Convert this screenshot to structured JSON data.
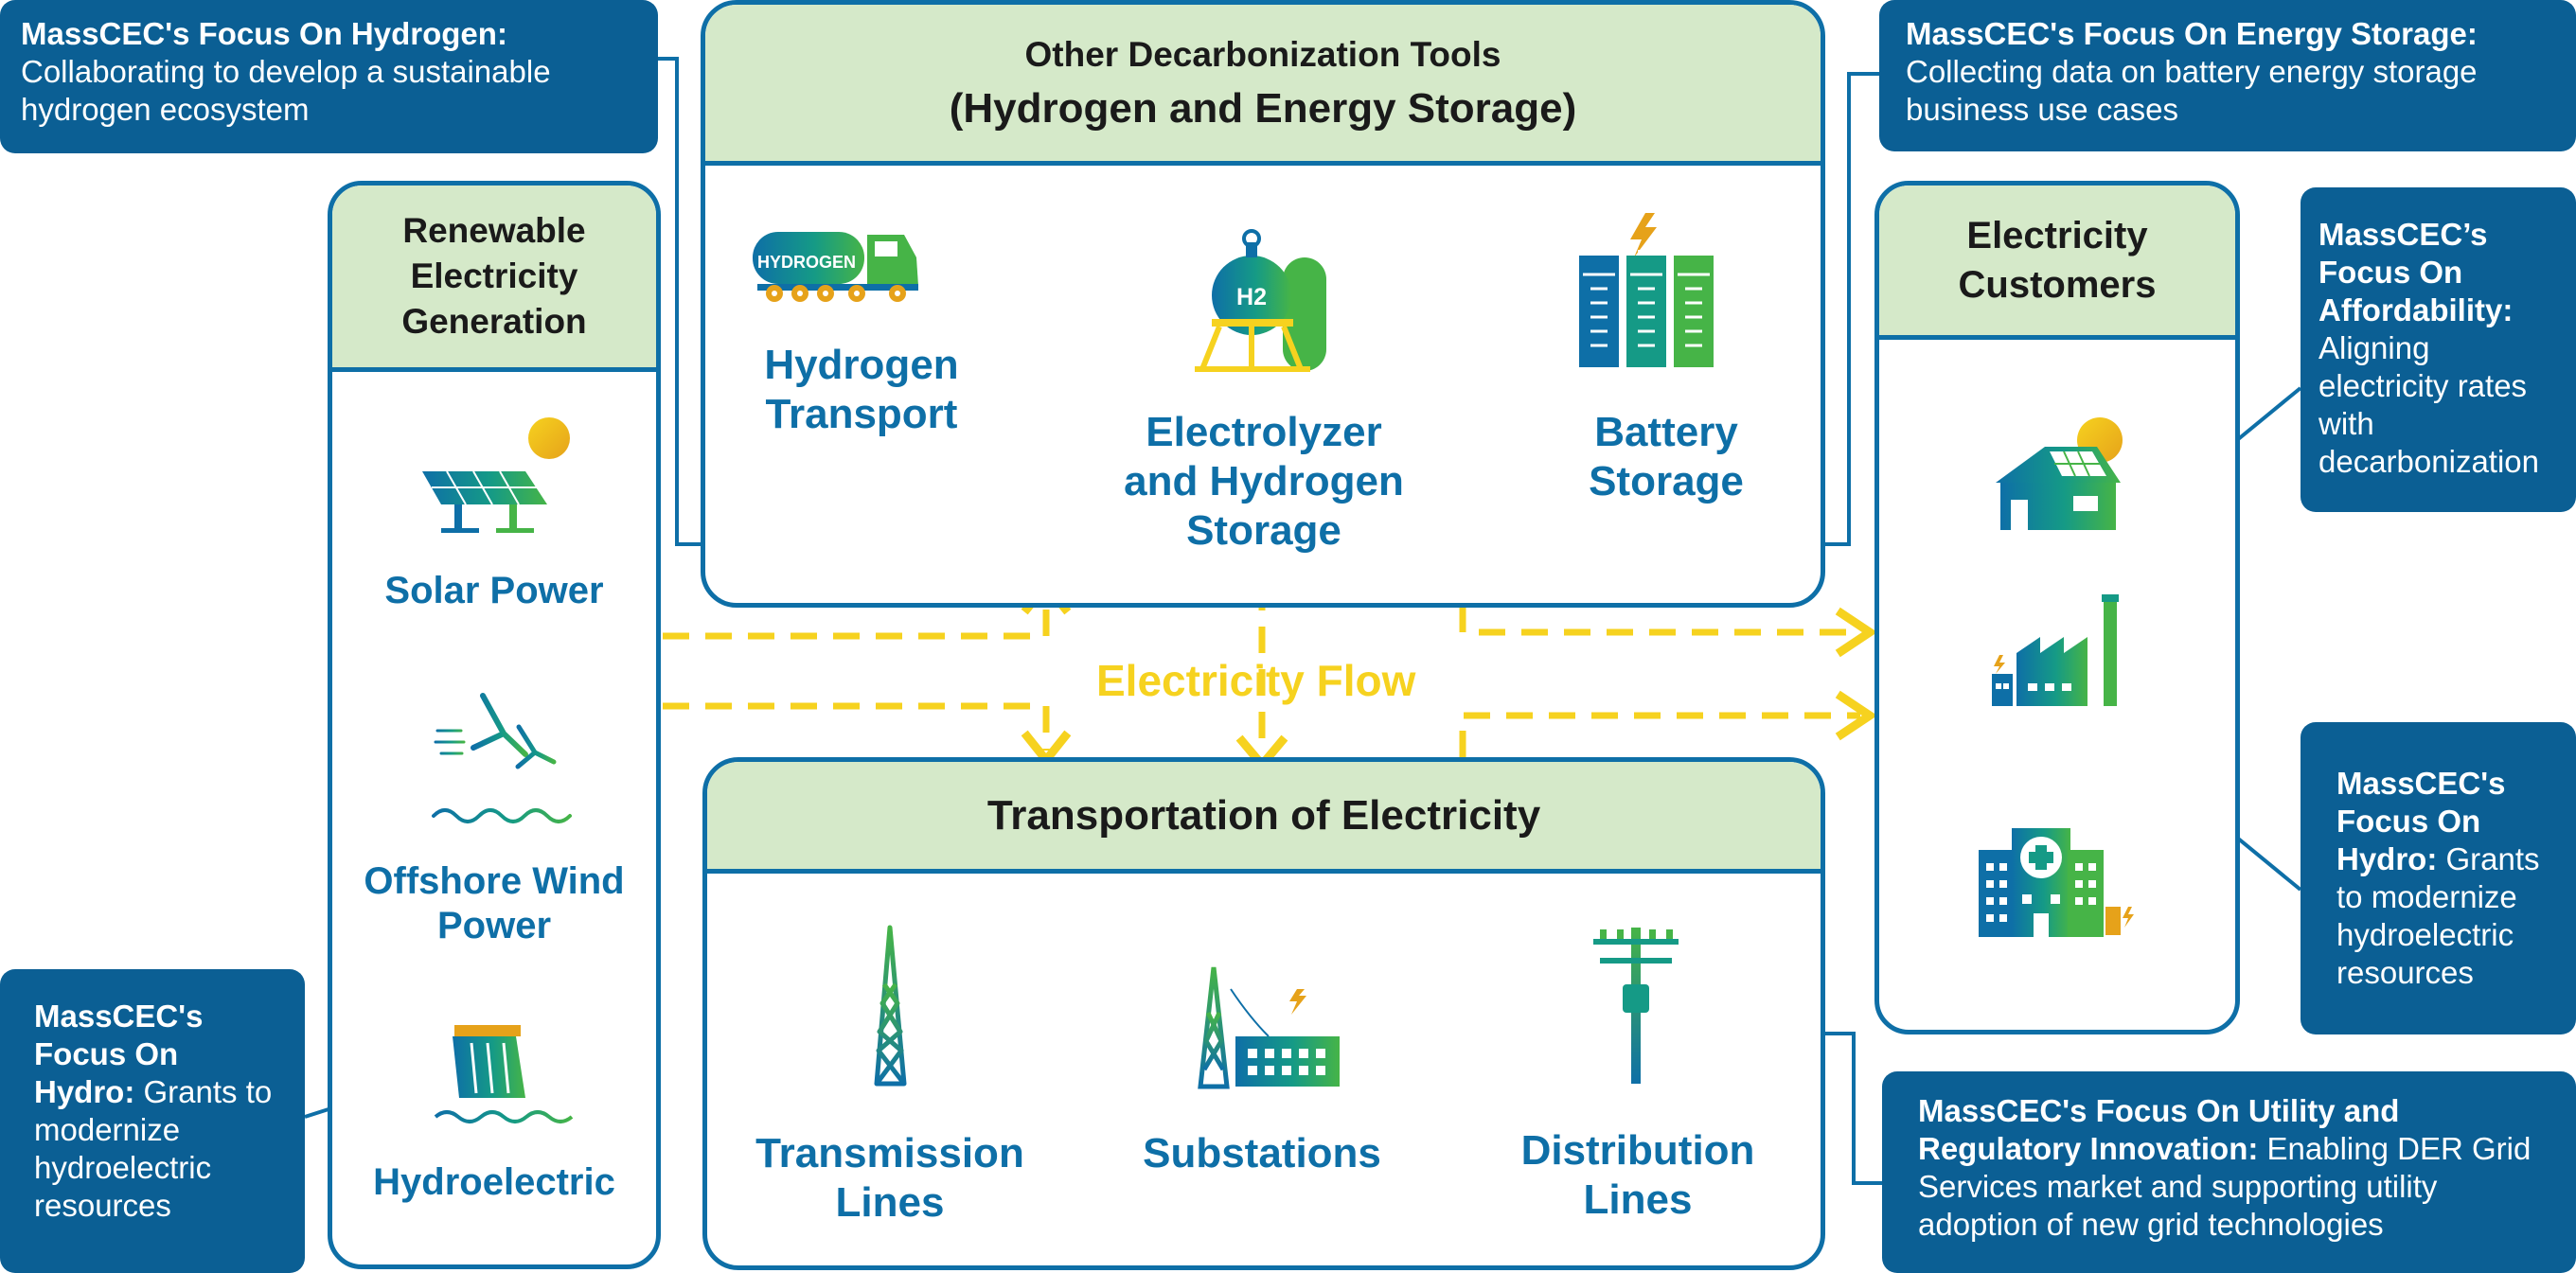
{
  "colors": {
    "accent_blue": "#0e6fa7",
    "callout_blue": "#0b5f94",
    "header_green": "#d5e9c9",
    "flow_yellow": "#f6d21f",
    "icon_teal": "#159a86",
    "icon_green": "#46b447"
  },
  "callouts": {
    "hydrogen": {
      "title": "MassCEC's Focus On Hydrogen:",
      "body": "Collaborating to develop a sustainable hydrogen ecosystem"
    },
    "energy_storage": {
      "title": "MassCEC's Focus On Energy Storage:",
      "body": "Collecting data on battery energy storage business use cases"
    },
    "affordability": {
      "title": "MassCEC’s Focus On Affordability:",
      "body": "Aligning electricity rates with decarbonization"
    },
    "hydro_right": {
      "title": "MassCEC's Focus On Hydro:",
      "body": "Grants to modernize hydroelectric resources"
    },
    "hydro_left": {
      "title": "MassCEC's Focus On Hydro:",
      "body": "Grants to modernize hydroelectric resources"
    },
    "utility": {
      "title": "MassCEC's Focus On Utility and Regulatory Innovation:",
      "body": "Enabling DER Grid Services market and supporting utility adoption of new grid technologies"
    }
  },
  "generation": {
    "heading": "Renewable Electricity Generation",
    "items": [
      {
        "label": "Solar Power",
        "icon": "solar-panel-icon"
      },
      {
        "label": "Offshore Wind Power",
        "icon": "wind-turbine-icon"
      },
      {
        "label": "Hydroelectric",
        "icon": "hydro-dam-icon"
      }
    ]
  },
  "decarb": {
    "heading_line1": "Other Decarbonization Tools",
    "heading_line2": "(Hydrogen and Energy Storage)",
    "truck_text": "HYDROGEN",
    "tank_text": "H2",
    "items": [
      {
        "label": "Hydrogen Transport",
        "icon": "hydrogen-truck-icon"
      },
      {
        "label": "Electrolyzer and Hydrogen Storage",
        "icon": "hydrogen-tank-icon"
      },
      {
        "label": "Battery Storage",
        "icon": "battery-icon"
      }
    ]
  },
  "flow_label": "Electricity Flow",
  "transport": {
    "heading": "Transportation of Electricity",
    "items": [
      {
        "label": "Transmission Lines",
        "icon": "transmission-tower-icon"
      },
      {
        "label": "Substations",
        "icon": "substation-icon"
      },
      {
        "label": "Distribution Lines",
        "icon": "utility-pole-icon"
      }
    ]
  },
  "customers": {
    "heading": "Electricity Customers",
    "items": [
      {
        "icon": "solar-house-icon"
      },
      {
        "icon": "factory-icon"
      },
      {
        "icon": "hospital-icon"
      }
    ]
  }
}
